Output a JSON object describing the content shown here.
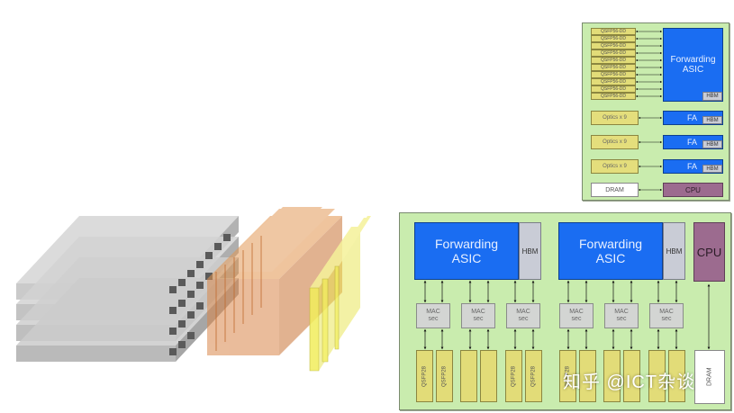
{
  "small_board": {
    "ports": [
      "QSFP56-DD",
      "QSFP56-DD",
      "QSFP56-DD",
      "QSFP56-DD",
      "QSFP56-DD",
      "QSFP56-DD",
      "QSFP56-DD",
      "QSFP56-DD",
      "QSFP56-DD",
      "QSFP56-DD"
    ],
    "asic_line1": "Forwarding",
    "asic_line2": "ASIC",
    "hbm": "HBM",
    "optics": [
      "Optics x 9",
      "Optics x 9",
      "Optics x 9"
    ],
    "fa": "FA",
    "dram": "DRAM",
    "cpu": "CPU"
  },
  "large_board": {
    "asic_line1": "Forwarding",
    "asic_line2": "ASIC",
    "hbm": "HBM",
    "cpu": "CPU",
    "mac_line1": "MAC",
    "mac_line2": "sec",
    "port": "QSFP28",
    "dram": "DRAM"
  },
  "watermark": "知乎 @ICT杂谈",
  "colors": {
    "board": "#c9ecae",
    "asic": "#1a6df2",
    "port": "#e2dc78",
    "cpu": "#9c6b8f",
    "chassis": "#b9b9b9",
    "linecard": "#d9874a",
    "fabric": "#f2ee5c"
  }
}
